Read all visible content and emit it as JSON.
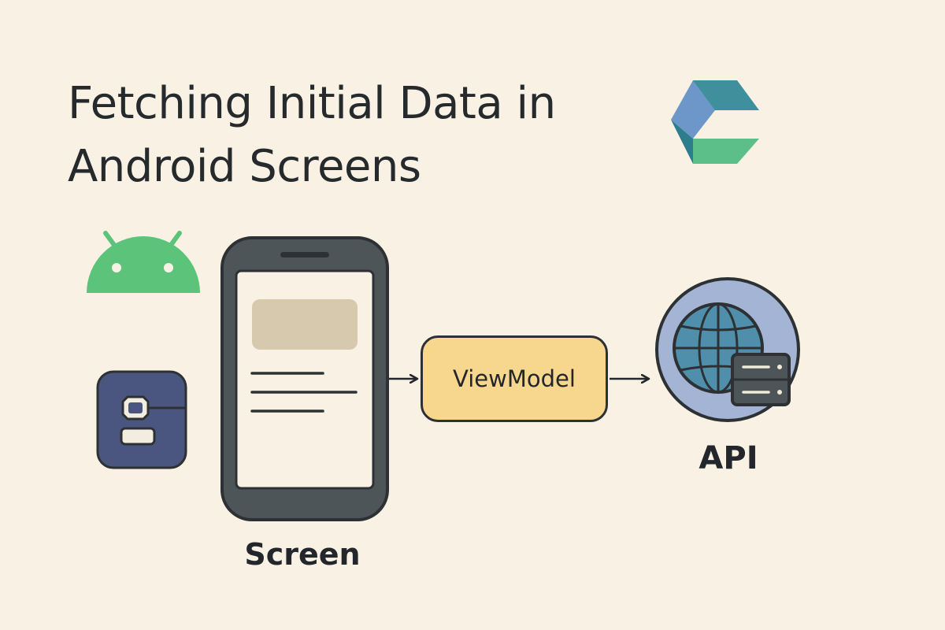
{
  "title": {
    "line1": "Fetching Initial Data in",
    "line2": "Android Screens"
  },
  "nodes": {
    "screen": "Screen",
    "viewmodel": "ViewModel",
    "api": "API"
  },
  "icons": {
    "logo": "hexagon-c-logo-icon",
    "android": "android-head-icon",
    "component": "component-icon",
    "phone": "smartphone-icon",
    "api": "globe-server-icon"
  },
  "colors": {
    "background": "#f9f2e4",
    "android_green": "#5cc37a",
    "viewmodel_fill": "#f7d68e",
    "phone_body": "#4d5558",
    "component_fill": "#4b5680",
    "globe_blue": "#4f8fab",
    "api_ring": "#a3b4d4"
  }
}
